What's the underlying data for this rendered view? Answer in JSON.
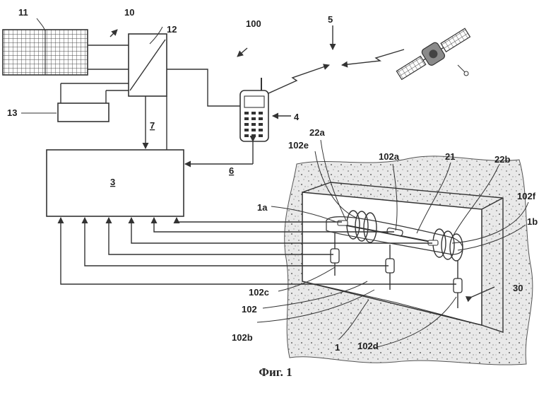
{
  "caption": "Фиг. 1",
  "labels": {
    "l11": "11",
    "l10": "10",
    "l12": "12",
    "l100": "100",
    "l5": "5",
    "l13": "13",
    "l4": "4",
    "l7": "7",
    "l3": "3",
    "l6": "6",
    "l22a": "22a",
    "l102e": "102e",
    "l102a": "102a",
    "l21": "21",
    "l22b": "22b",
    "l1a": "1a",
    "l102f": "102f",
    "l1b": "1b",
    "l102c": "102c",
    "l30": "30",
    "l102": "102",
    "l102b": "102b",
    "l1": "1",
    "l102d": "102d"
  },
  "colors": {
    "ink": "#333333",
    "ground": "#e6e6e6",
    "solar_panel": "#555555"
  }
}
